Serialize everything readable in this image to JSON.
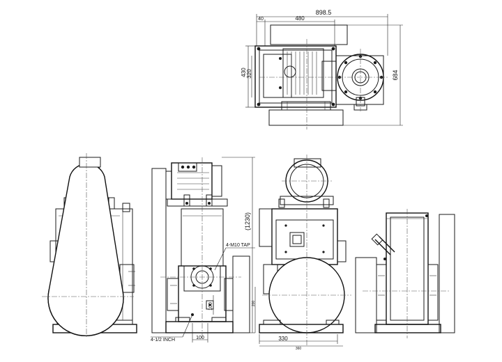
{
  "dimensions": {
    "top_width_total": "898.5",
    "top_width_body": "480",
    "top_offset": "40",
    "top_height_outer": "430",
    "top_height_inner": "320",
    "top_depth": "684",
    "side_height": "(1230)",
    "tap_note": "4-M10 TAP",
    "port_note": "4-1/2 INCH",
    "base_spacing": "100",
    "port_height": "100",
    "front_width": "330",
    "front_base": "360",
    "front_height": "200"
  }
}
